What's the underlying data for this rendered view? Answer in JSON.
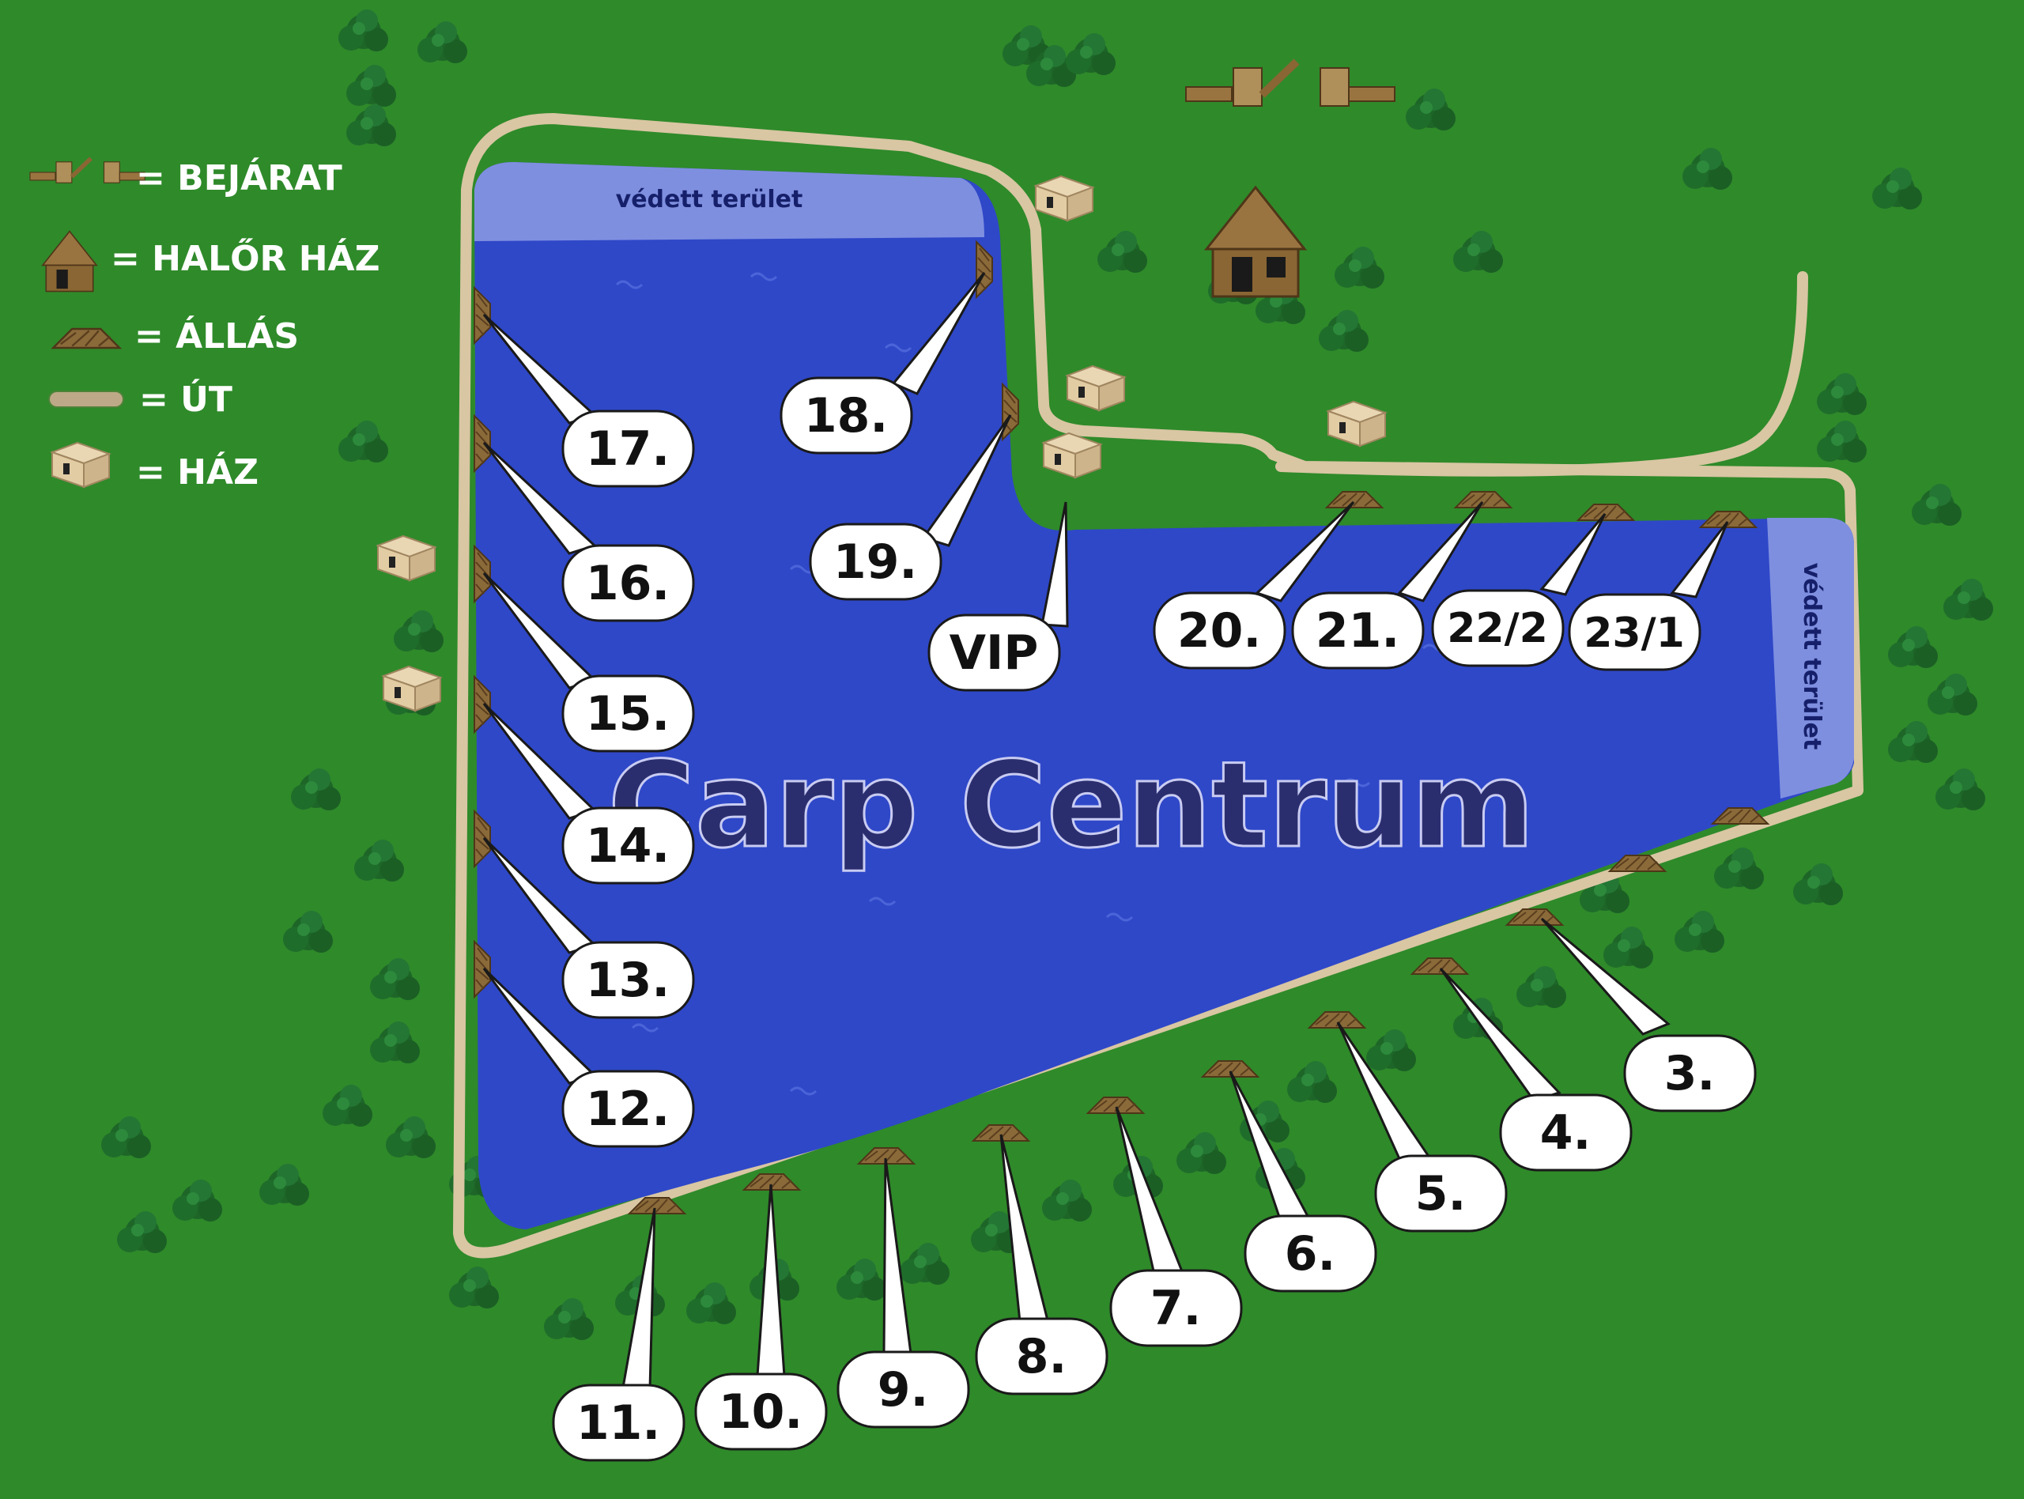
{
  "map_title": "Carp Centrum",
  "protected_area_label": "védett terület",
  "legend": [
    {
      "key": "entrance",
      "label": "= BEJÁRAT"
    },
    {
      "key": "warden_house",
      "label": "= HALŐR HÁZ"
    },
    {
      "key": "spot",
      "label": "= ÁLLÁS"
    },
    {
      "key": "road",
      "label": "= ÚT"
    },
    {
      "key": "house",
      "label": "= HÁZ"
    }
  ],
  "spots": [
    "3.",
    "4.",
    "5.",
    "6.",
    "7.",
    "8.",
    "9.",
    "10.",
    "11.",
    "12.",
    "13.",
    "14.",
    "15.",
    "16.",
    "17.",
    "18.",
    "19.",
    "VIP",
    "20.",
    "21.",
    "22/2",
    "23/1"
  ],
  "colors": {
    "grass": "#2f8a2a",
    "water": "#2f48c8",
    "protected_water": "#7f8fe0",
    "road": "#d9c6a3",
    "tree": "#1f6a2a",
    "callout": "#ffffff",
    "title": "#2b2e6e"
  },
  "icons": [
    "entrance-gate-icon",
    "warden-hut-icon",
    "fishing-spot-icon",
    "road-icon",
    "house-icon",
    "tree-icon"
  ]
}
